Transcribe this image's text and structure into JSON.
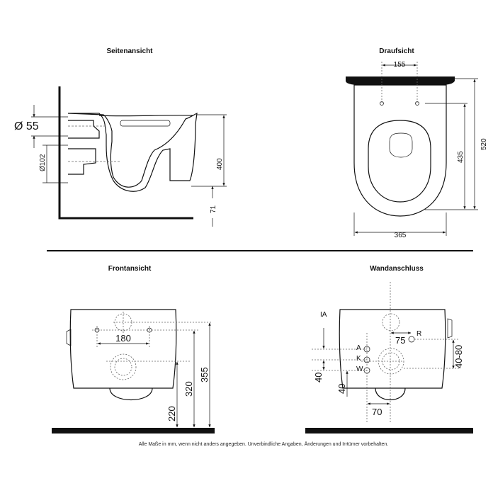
{
  "side_view": {
    "title": "Seitenansicht",
    "dim_pipe": "Ø 55",
    "dim_outlet": "Ø102",
    "dim_height": "400",
    "dim_bottom": "71"
  },
  "top_view": {
    "title": "Draufsicht",
    "dim_holes": "155",
    "dim_width": "365",
    "dim_length_inner": "435",
    "dim_length": "520"
  },
  "front_view": {
    "title": "Frontansicht",
    "dim_spacing": "180",
    "dim_h1": "220",
    "dim_h2": "320",
    "dim_h3": "355"
  },
  "wall_view": {
    "title": "Wandanschluss",
    "label_ia": "IA",
    "label_a": "A",
    "label_k": "K",
    "label_w": "W",
    "label_r": "R",
    "dim_75": "75",
    "dim_70": "70",
    "dim_40_left": "40",
    "dim_40_inner": "40",
    "dim_40_80": "40-80"
  },
  "footer": "Alle Maße in mm, wenn nicht anders angegeben. Unverbindliche Angaben, Änderungen und Irrtümer vorbehalten."
}
